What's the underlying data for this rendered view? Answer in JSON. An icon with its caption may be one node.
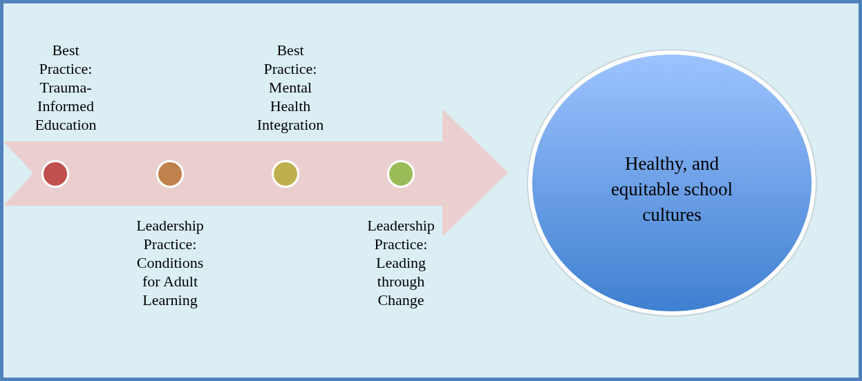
{
  "diagram": {
    "nodes": [
      {
        "text": [],
        "shape": "circle",
        "beside": [
          "Best Practice: Trauma-Informed Education"
        ]
      },
      {
        "text": [],
        "shape": "circle",
        "beside": [
          "Leadership Practice: Conditions for Adult Learning"
        ]
      },
      {
        "text": [],
        "shape": "circle",
        "beside": [
          "Best Practice: Mental Health Integration"
        ]
      },
      {
        "text": [],
        "shape": "circle",
        "beside": [
          "Leadership Practice: Leading through Change"
        ]
      },
      {
        "text": [
          "Healthy, and equitable school cultures"
        ]
      }
    ]
  }
}
